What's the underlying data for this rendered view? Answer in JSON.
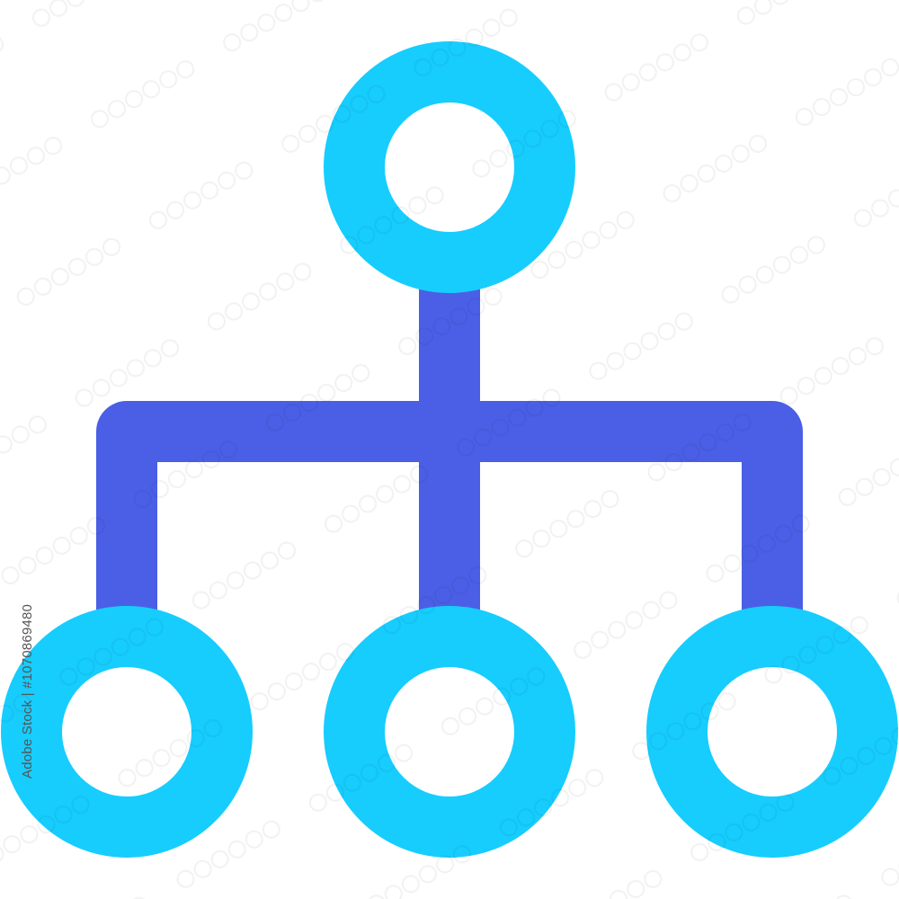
{
  "icon": {
    "name": "hierarchy-icon",
    "colors": {
      "nodes": "#16CDFE",
      "connectors": "#4A5FE6",
      "background": "#FFFFFF"
    },
    "nodes": [
      "top-node",
      "bottom-left-node",
      "bottom-center-node",
      "bottom-right-node"
    ]
  },
  "watermark": {
    "side_text": "Adobe Stock | #1070869480"
  }
}
